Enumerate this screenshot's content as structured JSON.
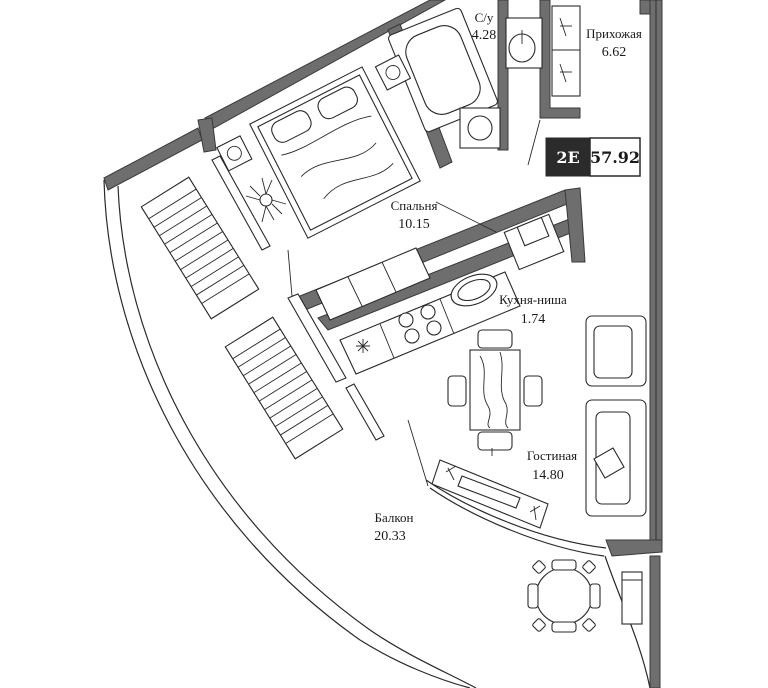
{
  "unit": {
    "code": "2E",
    "total_area": "57.92",
    "colors": {
      "badge_dark": "#2b2b2b",
      "wall": "#6e6e6e",
      "line": "#2a2a2a"
    }
  },
  "rooms": {
    "bathroom": {
      "name": "С/у",
      "area": "4.28"
    },
    "hallway": {
      "name": "Прихожая",
      "area": "6.62"
    },
    "bedroom": {
      "name": "Спальня",
      "area": "10.15"
    },
    "kitchen": {
      "name": "Кухня-ниша",
      "area": "1.74"
    },
    "living": {
      "name": "Гостиная",
      "area": "14.80"
    },
    "balcony": {
      "name": "Балкон",
      "area": "20.33"
    }
  }
}
